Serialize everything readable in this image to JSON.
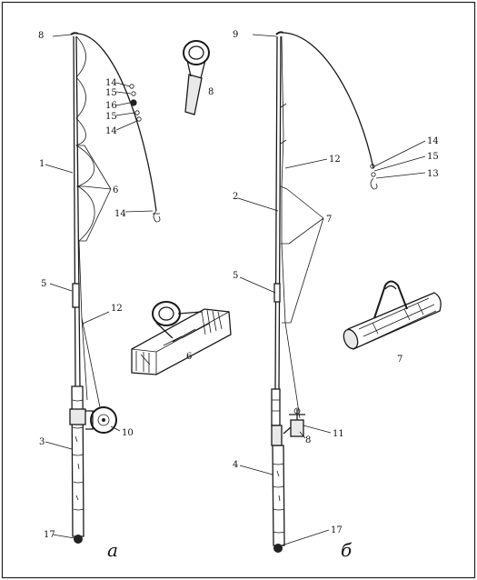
{
  "labels_a": [
    "8",
    "14",
    "15",
    "16",
    "15",
    "14",
    "1",
    "6",
    "14",
    "5",
    "12",
    "3",
    "10",
    "17"
  ],
  "labels_b": [
    "9",
    "14",
    "15",
    "13",
    "12",
    "2",
    "7",
    "5",
    "11",
    "8",
    "4",
    "17"
  ],
  "detail_labels": [
    "8",
    "6",
    "7"
  ],
  "captions": [
    "а",
    "б"
  ]
}
